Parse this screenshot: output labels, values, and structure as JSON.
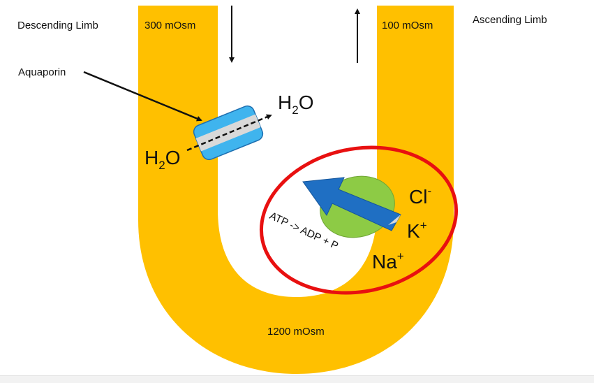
{
  "labels": {
    "descending_limb": "Descending Limb",
    "ascending_limb": "Ascending Limb",
    "osm_top_left": "300 mOsm",
    "osm_top_right": "100 mOsm",
    "osm_bottom": "1200 mOsm",
    "aquaporin": "Aquaporin",
    "atp_reaction": "ATP -> ADP + P"
  },
  "molecules": {
    "water_in": {
      "base": "H",
      "sub": "2",
      "rest": "O"
    },
    "water_out": {
      "base": "H",
      "sub": "2",
      "rest": "O"
    },
    "chloride": {
      "base": "Cl",
      "sup": "-"
    },
    "potassium": {
      "base": "K",
      "sup": "+"
    },
    "sodium": {
      "base": "Na",
      "sup": "+"
    }
  },
  "colors": {
    "tubule": "#FFC000",
    "aquaporin": "#3FB4EE",
    "channel": "#D9D9D9",
    "pump": "#8DCB45",
    "pump_arrow": "#1F6FC3",
    "highlight_ring": "#E81010",
    "text": "#111111"
  }
}
